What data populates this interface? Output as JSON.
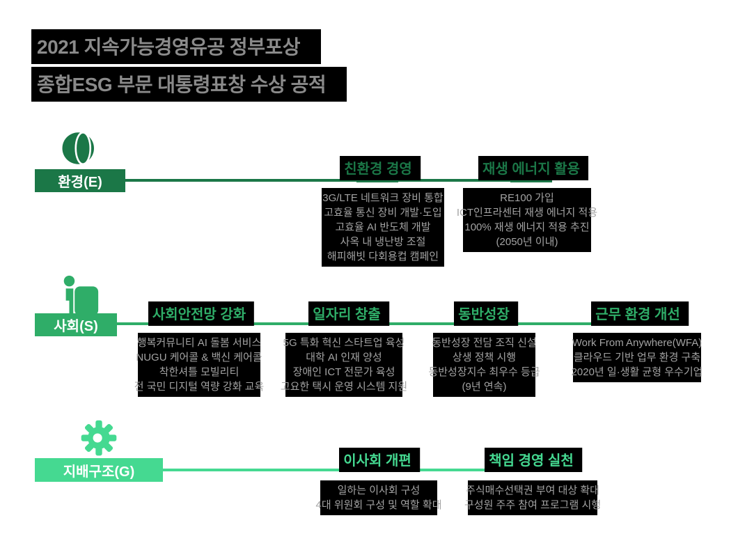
{
  "title": {
    "line1": "2021 지속가능경영유공 정부포상",
    "line2": "종합ESG 부문 대통령표창 수상 공적",
    "text_color": "#8a8a8a",
    "highlight_color": "#000000"
  },
  "card_style": {
    "background": "#000000",
    "text_color": "#a3a3a3"
  },
  "rows": [
    {
      "id": "environment",
      "label": "환경(E)",
      "color": "#1b7747",
      "icon": "globe-icon",
      "categories": [
        {
          "name": "친환경 경영",
          "items": [
            "3G/LTE 네트워크 장비 통합",
            "고효율 통신 장비 개발·도입",
            "고효율 AI 반도체 개발",
            "사옥 내 냉난방 조절",
            "해피해빗 다회용컵 캠페인"
          ]
        },
        {
          "name": "재생 에너지 활용",
          "items": [
            "RE100 가입",
            "ICT인프라센터 재생 에너지 적용",
            "100% 재생 에너지 적용 추진",
            "(2050년 이내)"
          ]
        }
      ]
    },
    {
      "id": "social",
      "label": "사회(S)",
      "color": "#2fad68",
      "icon": "person-icon",
      "categories": [
        {
          "name": "사회안전망 강화",
          "items": [
            "행복커뮤니티 AI 돌봄 서비스",
            "NUGU 케어콜 & 백신 케어콜",
            "착한셔틀 모빌리티",
            "전 국민 디지털 역량 강화 교육"
          ]
        },
        {
          "name": "일자리 창출",
          "items": [
            "5G 특화 혁신 스타트업 육성",
            "대학 AI 인재 양성",
            "장애인 ICT 전문가 육성",
            "고요한 택시 운영 시스템 지원"
          ]
        },
        {
          "name": "동반성장",
          "items": [
            "동반성장 전담 조직 신설",
            "상생 정책 시행",
            "동반성장지수 최우수 등급",
            "(9년 연속)"
          ]
        },
        {
          "name": "근무 환경 개선",
          "items": [
            "Work From Anywhere(WFA)",
            "클라우드 기반 업무 환경 구축",
            "2020년 일·생활 균형 우수기업"
          ]
        }
      ]
    },
    {
      "id": "governance",
      "label": "지배구조(G)",
      "color": "#45d991",
      "icon": "gear-icon",
      "categories": [
        {
          "name": "이사회 개편",
          "items": [
            "일하는 이사회 구성",
            "4대 위원회 구성 및 역할 확대"
          ]
        },
        {
          "name": "책임 경영 실천",
          "items": [
            "주식매수선택권 부여 대상 확대",
            "구성원 주주 참여 프로그램 시행"
          ]
        }
      ]
    }
  ]
}
